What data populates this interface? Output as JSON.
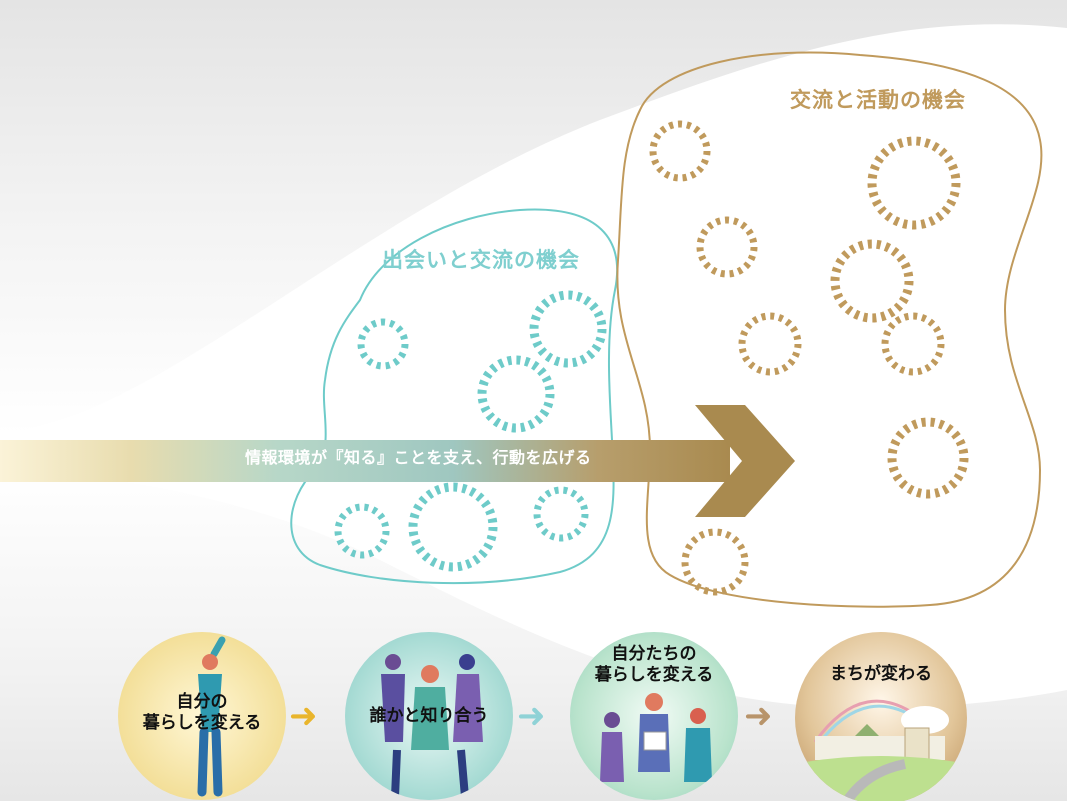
{
  "labels": {
    "exchange_activity": "交流と活動の機会",
    "meeting_exchange": "出会いと交流の機会",
    "main_arrow": "情報環境が『知る』ことを支え、行動を広げる"
  },
  "steps": [
    {
      "text": "自分の\n暮らしを変える",
      "color": "#f3df99"
    },
    {
      "text": "誰かと知り合う",
      "color": "#8fd2cc"
    },
    {
      "text": "自分たちの\n暮らしを変える",
      "color": "#9dd6c2"
    },
    {
      "text": "まちが変わる",
      "color": "#b68a54"
    }
  ],
  "colors": {
    "teal": "#6ecbc9",
    "brown": "#c09a5c",
    "arrow_head": "#a98a4f",
    "step_arrow_1": "#e9b52c",
    "step_arrow_2": "#8fd2d6",
    "step_arrow_3": "#b8946a"
  }
}
